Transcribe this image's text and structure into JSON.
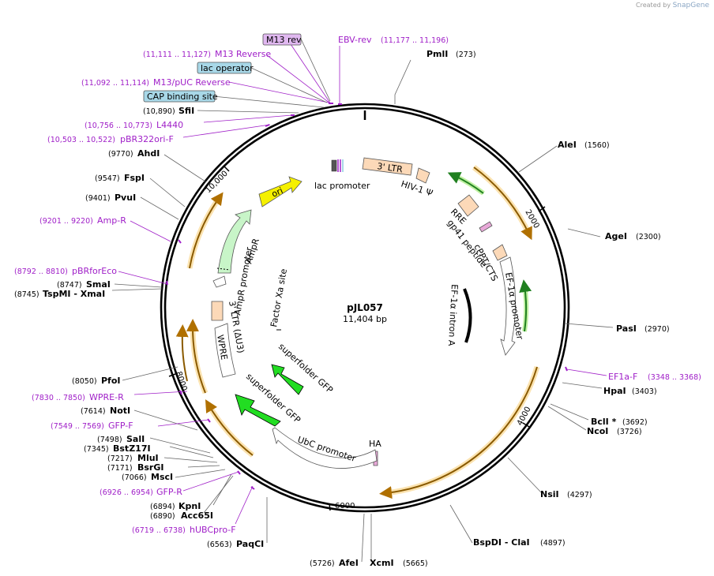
{
  "brand": {
    "created_by": "Created by",
    "name": "SnapGene"
  },
  "plasmid": {
    "name": "pJL057",
    "size": "11,404 bp"
  },
  "ticks": [
    "2000",
    "4000",
    "6000",
    "8000",
    "10,000"
  ],
  "enzymes": [
    {
      "name": "PmlI",
      "pos": "(273)"
    },
    {
      "name": "AleI",
      "pos": "(1560)"
    },
    {
      "name": "AgeI",
      "pos": "(2300)"
    },
    {
      "name": "PasI",
      "pos": "(2970)"
    },
    {
      "name": "HpaI",
      "pos": "(3403)"
    },
    {
      "name": "BclI *",
      "pos": "(3692)"
    },
    {
      "name": "NcoI",
      "pos": "(3726)"
    },
    {
      "name": "NsiI",
      "pos": "(4297)"
    },
    {
      "name": "BspDI - ClaI",
      "pos": "(4897)"
    },
    {
      "name": "XcmI",
      "pos": "(5665)"
    },
    {
      "name": "AfeI",
      "pos": "(5726)"
    },
    {
      "name": "PaqCI",
      "pos": "(6563)"
    },
    {
      "name": "Acc65I",
      "pos": "(6890)"
    },
    {
      "name": "KpnI",
      "pos": "(6894)"
    },
    {
      "name": "MscI",
      "pos": "(7066)"
    },
    {
      "name": "BsrGI",
      "pos": "(7171)"
    },
    {
      "name": "MluI",
      "pos": "(7217)"
    },
    {
      "name": "BstZ17I",
      "pos": "(7345)"
    },
    {
      "name": "SalI",
      "pos": "(7498)"
    },
    {
      "name": "NotI",
      "pos": "(7614)"
    },
    {
      "name": "PfoI",
      "pos": "(8050)"
    },
    {
      "name": "TspMI - XmaI",
      "pos": "(8745)"
    },
    {
      "name": "SmaI",
      "pos": "(8747)"
    },
    {
      "name": "PvuI",
      "pos": "(9401)"
    },
    {
      "name": "FspI",
      "pos": "(9547)"
    },
    {
      "name": "AhdI",
      "pos": "(9770)"
    },
    {
      "name": "SfiI",
      "pos": "(10,890)"
    }
  ],
  "primers": [
    {
      "name": "EBV-rev",
      "pos": "(11,177 .. 11,196)"
    },
    {
      "name": "M13 rev",
      "pos": ""
    },
    {
      "name": "M13 Reverse",
      "pos": "(11,111 .. 11,127)"
    },
    {
      "name": "M13/pUC Reverse",
      "pos": "(11,092 .. 11,114)"
    },
    {
      "name": "L4440",
      "pos": "(10,756 .. 10,773)"
    },
    {
      "name": "pBR322ori-F",
      "pos": "(10,503 .. 10,522)"
    },
    {
      "name": "Amp-R",
      "pos": "(9201 .. 9220)"
    },
    {
      "name": "pBRforEco",
      "pos": "(8792 .. 8810)"
    },
    {
      "name": "WPRE-R",
      "pos": "(7830 .. 7850)"
    },
    {
      "name": "GFP-F",
      "pos": "(7549 .. 7569)"
    },
    {
      "name": "GFP-R",
      "pos": "(6926 .. 6954)"
    },
    {
      "name": "hUBCpro-F",
      "pos": "(6719 .. 6738)"
    },
    {
      "name": "EF1a-F",
      "pos": "(3348 .. 3368)"
    }
  ],
  "boxed_labels": [
    "lac operator",
    "CAP binding site"
  ],
  "features": {
    "ltr3": "3' LTR",
    "hiv": "HIV-1 Ψ",
    "rre": "RRE",
    "gp41": "gp41 peptide",
    "cppt": "cPPT/CTS",
    "ef1a_promoter": "EF-1α promoter",
    "ef1a_intron": "EF-1α intron A",
    "ha": "HA",
    "ubc": "UbC promoter",
    "sfgfp1": "superfolder GFP",
    "sfgfp2": "superfolder GFP",
    "wpre": "WPRE",
    "ltr_delta": "3' LTR (ΔU3)",
    "ampr_promoter": "AmpR promoter",
    "ampr": "AmpR",
    "ori": "ori",
    "factor_xa": "Factor Xa site",
    "lac_promoter": "lac promoter"
  },
  "colors": {
    "ring": "#000000",
    "primer": "#a020c8",
    "orf_orange": "#f0b000",
    "ltr": "#fcd9b8",
    "gfp": "#22dd22",
    "ori": "#f5f000",
    "ampr": "#c8f5c8",
    "box": "#a8d8e8",
    "m13": "#e0b8f0"
  }
}
